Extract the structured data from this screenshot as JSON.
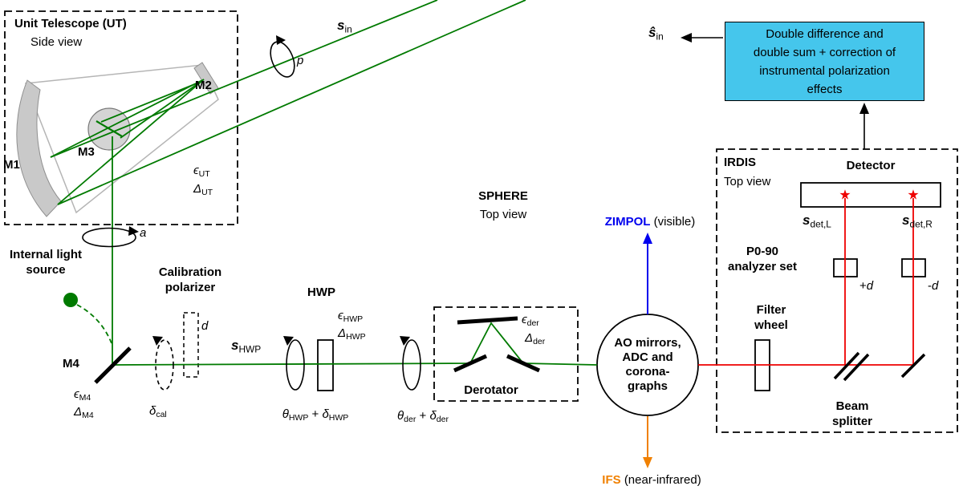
{
  "colors": {
    "green": "#007a00",
    "red": "#ee0000",
    "blue": "#0000ee",
    "orange": "#f08000",
    "cyan": "#45c6ec"
  },
  "labels": {
    "ut_title": "Unit Telescope (UT)",
    "ut_view": "Side view",
    "m1": "M1",
    "m2": "M2",
    "m3": "M3",
    "m4": "M4",
    "light_source": "Internal light\nsource",
    "cal_polarizer": "Calibration\npolarizer",
    "hwp": "HWP",
    "derotator": "Derotator",
    "sphere_title": "SPHERE",
    "sphere_view": "Top view",
    "ao": "AO mirrors,\nADC and\ncorona-\ngraphs",
    "zimpol_name": "ZIMPOL",
    "zimpol_type": " (visible)",
    "ifs_name": "IFS",
    "ifs_type": " (near-infrared)",
    "irdis_title": "IRDIS",
    "irdis_view": "Top view",
    "detector": "Detector",
    "analyzer_set": "P0-90\nanalyzer set",
    "filter_wheel": "Filter\nwheel",
    "beam_splitter": "Beam\nsplitter",
    "processing": "Double difference and\ndouble sum + correction of\ninstrumental polarization\neffects"
  },
  "icons": {
    "star": "★"
  },
  "formulas": {
    "s_in": [
      {
        "t": "s",
        "s": "bi"
      },
      {
        "t": "in",
        "s": "sub"
      }
    ],
    "s_hat_in": [
      {
        "t": "ŝ",
        "s": "bi"
      },
      {
        "t": "in",
        "s": "sub"
      }
    ],
    "p": [
      {
        "t": "p",
        "s": "i"
      }
    ],
    "a": [
      {
        "t": "a",
        "s": "i"
      }
    ],
    "eps_ut": [
      {
        "t": "ϵ",
        "s": "i"
      },
      {
        "t": "UT",
        "s": "sub"
      }
    ],
    "delta_ut": [
      {
        "t": "Δ",
        "s": "i"
      },
      {
        "t": "UT",
        "s": "sub"
      }
    ],
    "eps_m4": [
      {
        "t": "ϵ",
        "s": "i"
      },
      {
        "t": "M4",
        "s": "sub"
      }
    ],
    "delta_m4": [
      {
        "t": "Δ",
        "s": "i"
      },
      {
        "t": "M4",
        "s": "sub"
      }
    ],
    "d_label": [
      {
        "t": "d",
        "s": "i"
      }
    ],
    "delta_cal": [
      {
        "t": "δ",
        "s": "i"
      },
      {
        "t": "cal",
        "s": "sub"
      }
    ],
    "s_hwp": [
      {
        "t": "s",
        "s": "bi"
      },
      {
        "t": "HWP",
        "s": "sub"
      }
    ],
    "eps_hwp": [
      {
        "t": "ϵ",
        "s": "i"
      },
      {
        "t": "HWP",
        "s": "sub"
      }
    ],
    "delta_hwp": [
      {
        "t": "Δ",
        "s": "i"
      },
      {
        "t": "HWP",
        "s": "sub"
      }
    ],
    "theta_hwp": [
      {
        "t": "θ",
        "s": "i"
      },
      {
        "t": "HWP",
        "s": "sub"
      },
      {
        "t": " + "
      },
      {
        "t": "δ",
        "s": "i"
      },
      {
        "t": "HWP",
        "s": "sub"
      }
    ],
    "theta_der": [
      {
        "t": "θ",
        "s": "i"
      },
      {
        "t": "der",
        "s": "sub"
      },
      {
        "t": " + "
      },
      {
        "t": "δ",
        "s": "i"
      },
      {
        "t": "der",
        "s": "sub"
      }
    ],
    "eps_der": [
      {
        "t": "ϵ",
        "s": "i"
      },
      {
        "t": "der",
        "s": "sub"
      }
    ],
    "delta_der": [
      {
        "t": "Δ",
        "s": "i"
      },
      {
        "t": "der",
        "s": "sub"
      }
    ],
    "s_det_l": [
      {
        "t": "s",
        "s": "bi"
      },
      {
        "t": "det,L",
        "s": "sub"
      }
    ],
    "s_det_r": [
      {
        "t": "s",
        "s": "bi"
      },
      {
        "t": "det,R",
        "s": "sub"
      }
    ],
    "plus_d": [
      {
        "t": "+"
      },
      {
        "t": "d",
        "s": "i"
      }
    ],
    "minus_d": [
      {
        "t": "-"
      },
      {
        "t": "d",
        "s": "i"
      }
    ]
  }
}
